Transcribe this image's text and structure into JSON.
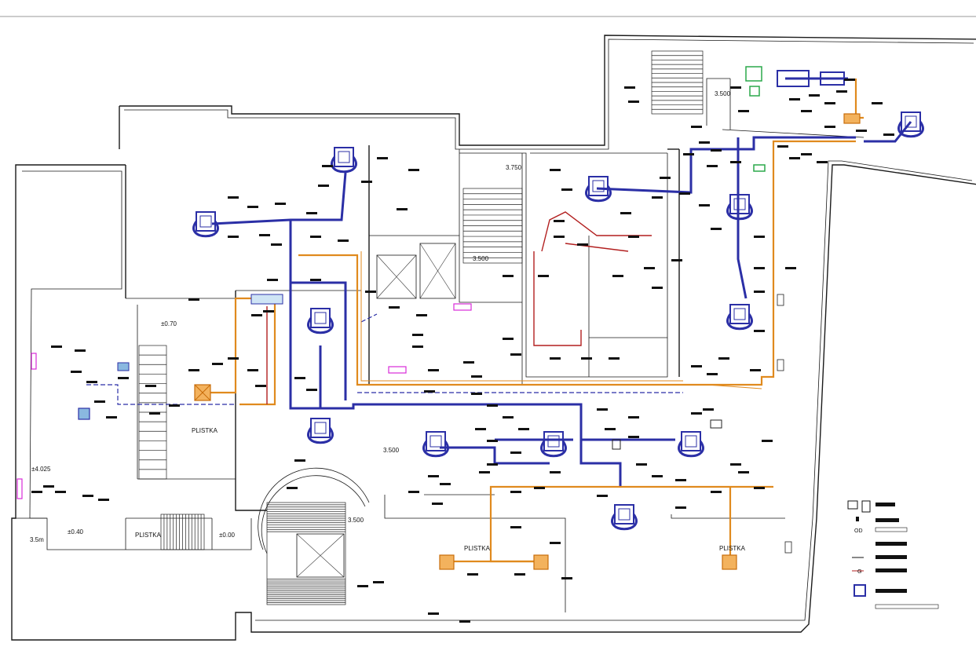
{
  "labels": {
    "level_3750": "3.750",
    "level_3500_top": "3.500",
    "level_3500_stair": "3.500",
    "level_3500_mid": "3.500",
    "level_3500_bottom": "3.500",
    "level_070": "±0.70",
    "level_4025": "±4.025",
    "level_040": "±0.40",
    "level_000": "±0.00",
    "level_35m": "3.5m",
    "room_plistka_1": "PLISTKA",
    "room_plistka_2": "PLISTKA",
    "room_plistka_3": "PLISTKA",
    "room_plistka_4": "PLISTKA"
  },
  "colors": {
    "wall": "#1a1a1a",
    "duct_supply": "#2b2fa6",
    "duct_exhaust": "#e08a1e",
    "pipe_refrigerant": "#b21f1f",
    "unit_highlight": "#f3b25d",
    "equipment_green": "#2aa84a",
    "marker_magenta": "#d92bd9"
  },
  "legend": {
    "items": [
      "duct-symbol",
      "line-symbol",
      "round-symbol",
      "valve-symbol",
      "fan-unit-symbol",
      "arrow-symbol"
    ]
  }
}
